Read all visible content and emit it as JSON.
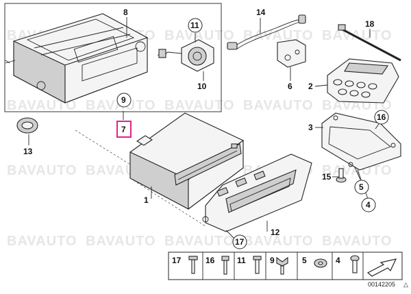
{
  "watermark": "BAVAUTO",
  "callouts": {
    "c1": "1",
    "c2": "2",
    "c3": "3",
    "c4": "4",
    "c5": "5",
    "c6": "6",
    "c7": "7",
    "c8": "8",
    "c9": "9",
    "c10": "10",
    "c11": "11",
    "c12": "12",
    "c13": "13",
    "c14": "14",
    "c15": "15",
    "c16": "16",
    "c17": "17",
    "c18": "18"
  },
  "legend": {
    "items": [
      "17",
      "16",
      "11",
      "9",
      "5",
      "4"
    ]
  },
  "diagram_id": "00142205",
  "highlight_color": "#e0218a"
}
